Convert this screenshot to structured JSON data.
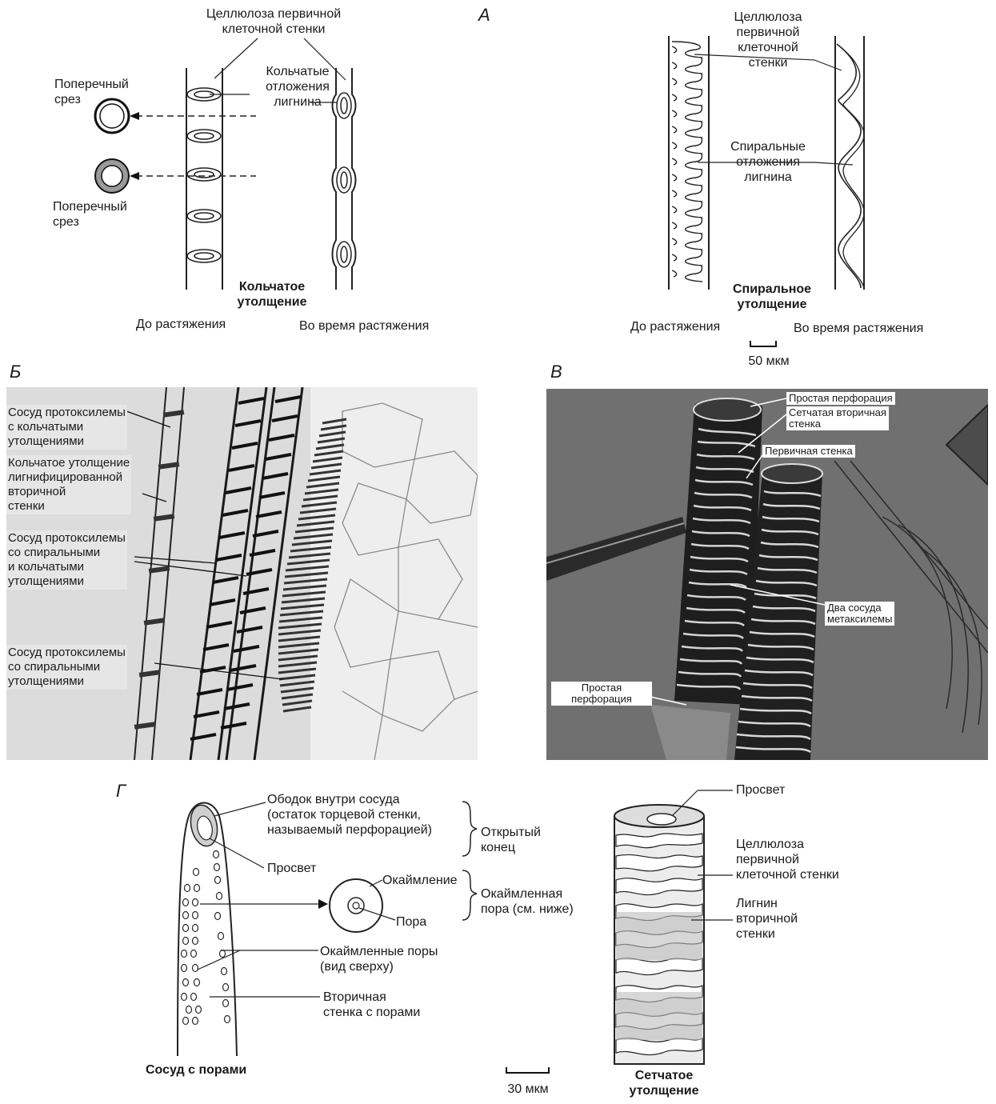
{
  "panel_a": {
    "letter": "А",
    "label_cellulose": "Целлюлоза первичной\nклеточной стенки",
    "label_annular_lignin": "Кольчатые\nотложения\nлигнина",
    "label_cross_section_1": "Поперечный\nсрез",
    "label_cross_section_2": "Поперечный\nсрез",
    "title_annular": "Кольчатое\nутолщение",
    "before_stretch_1": "До растяжения",
    "during_stretch_1": "Во время растяжения",
    "label_cellulose_right": "Целлюлоза\nпервичной\nклеточной\nстенки",
    "label_spiral_lignin": "Спиральные\nотложения\nлигнина",
    "title_spiral": "Спиральное\nутолщение",
    "before_stretch_2": "До растяжения",
    "during_stretch_2": "Во время растяжения",
    "scale_a": "50 мкм"
  },
  "panel_b": {
    "letter": "Б",
    "label_1": "Сосуд протоксилемы\nс кольчатыми\nутолщениями",
    "label_2": "Кольчатое утолщение\nлигнифицированной\nвторичной\nстенки",
    "label_3": "Сосуд протоксилемы\nсо спиральными\nи кольчатыми\nутолщениями",
    "label_4": "Сосуд протоксилемы\nсо спиральными\nутолщениями"
  },
  "panel_v": {
    "letter": "В",
    "label_perforation_top": "Простая перфорация",
    "label_reticulate_wall": "Сетчатая вторичная\nстенка",
    "label_primary_wall": "Первичная стенка",
    "label_two_vessels": "Два сосуда\nметаксилемы",
    "label_perforation_bottom": "Простая\nперфорация"
  },
  "panel_g": {
    "letter": "Г",
    "label_rim": "Ободок внутри сосуда\n(остаток торцевой стенки,\nназываемый перфорацией)",
    "label_open_end": "Открытый\nконец",
    "label_lumen": "Просвет",
    "label_border": "Окаймление",
    "label_bordered_pit": "Окаймленная\nпора (см. ниже)",
    "label_pore": "Пора",
    "label_pits_top": "Окаймленные поры\n(вид сверху)",
    "label_secondary_wall": "Вторичная\nстенка с порами",
    "title_pitted": "Сосуд с порами",
    "scale_g": "30 мкм",
    "label_lumen_right": "Просвет",
    "label_cellulose_right": "Целлюлоза\nпервичной\nклеточной стенки",
    "label_lignin": "Лигнин\nвторичной\nстенки",
    "title_reticulate": "Сетчатое\nутолщение"
  }
}
